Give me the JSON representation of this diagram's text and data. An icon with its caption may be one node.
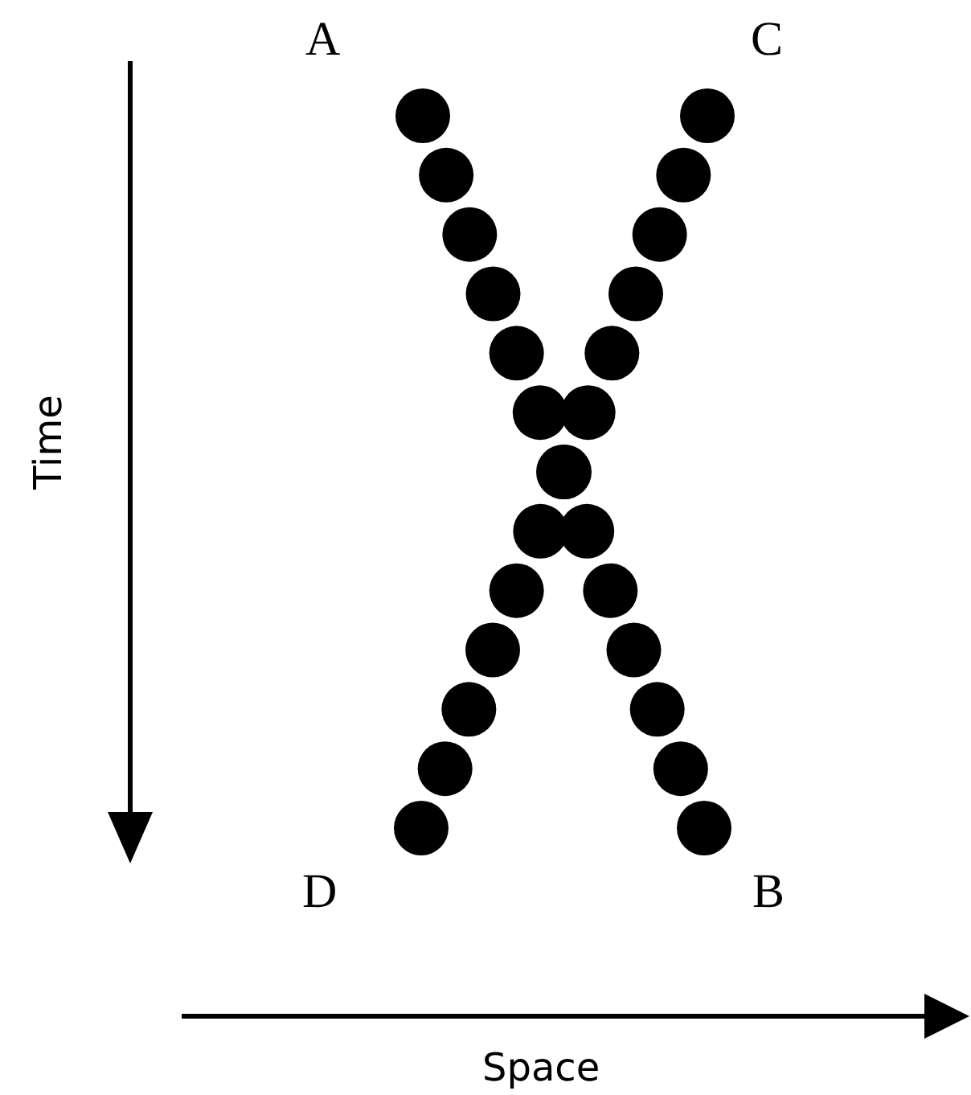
{
  "diagram": {
    "labels": [
      "A",
      "C",
      "Time",
      "D",
      "B",
      "Space"
    ]
  }
}
